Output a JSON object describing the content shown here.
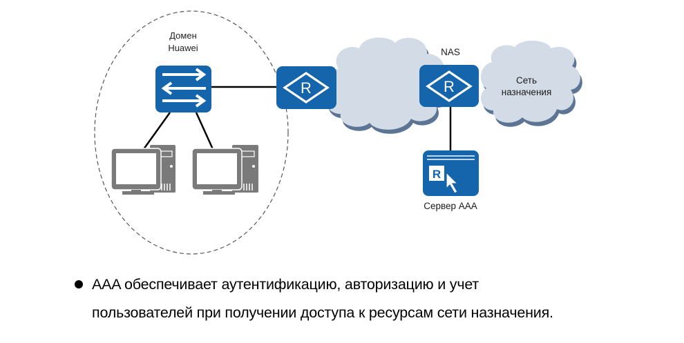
{
  "diagram": {
    "domain_label_line1": "Домен",
    "domain_label_line2": "Huawei",
    "nas_label": "NAS",
    "destination_label_line1": "Сеть",
    "destination_label_line2": "назначения",
    "aaa_server_label": "Сервер AAA",
    "router_glyph": "R",
    "aaa_glyph": "R",
    "colors": {
      "device_blue": "#1565ad",
      "cloud_fill": "#d3dce6",
      "cloud_shadow": "#5d7595",
      "pc_gray": "#7a7a7a",
      "link": "#000000",
      "domain_border": "#555555"
    },
    "icons": {
      "switch": "switch-icon",
      "router": "router-icon",
      "pc": "pc-icon",
      "cloud": "cloud-icon",
      "aaa_server": "aaa-server-icon"
    }
  },
  "bullet": {
    "line1": "AAA обеспечивает аутентификацию, авторизацию и учет",
    "line2": "пользователей при получении доступа к ресурсам сети назначения."
  }
}
